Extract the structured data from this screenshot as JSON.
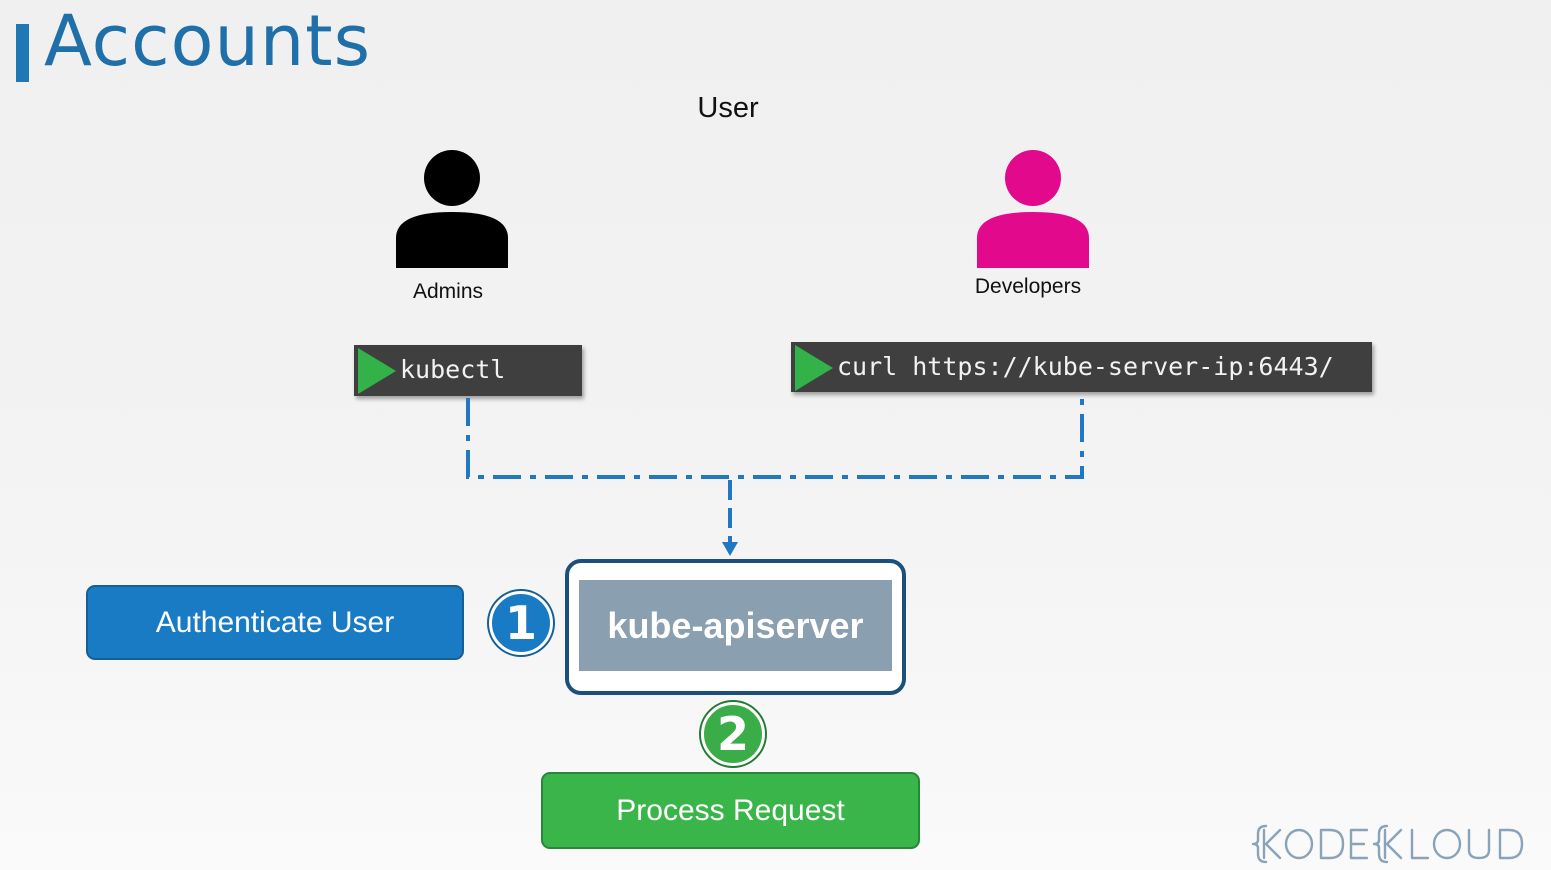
{
  "slide": {
    "title": "Accounts",
    "subtitle": "User"
  },
  "users": {
    "admins": {
      "label": "Admins",
      "icon": "person-icon",
      "color": "#000000"
    },
    "developers": {
      "label": "Developers",
      "icon": "person-icon",
      "color": "#e3098d"
    }
  },
  "terminals": {
    "admins_command": "kubectl",
    "developers_command": "curl https://kube-server-ip:6443/"
  },
  "flow": {
    "step1_number": "1",
    "step1_label": "Authenticate User",
    "server_label": "kube-apiserver",
    "step2_number": "2",
    "step2_label": "Process Request"
  },
  "brand": {
    "logo_text": "KODEKLOUD"
  },
  "colors": {
    "title": "#1f6fa8",
    "connector": "#1f78c1",
    "step1": "#1a7bc5",
    "step2": "#3ab54a",
    "server_frame": "#1c4f7a",
    "server_fill": "#8a9fb0",
    "terminal": "#3f3f3f",
    "prompt": "#33b24a",
    "logo": "#8aa3b8"
  }
}
